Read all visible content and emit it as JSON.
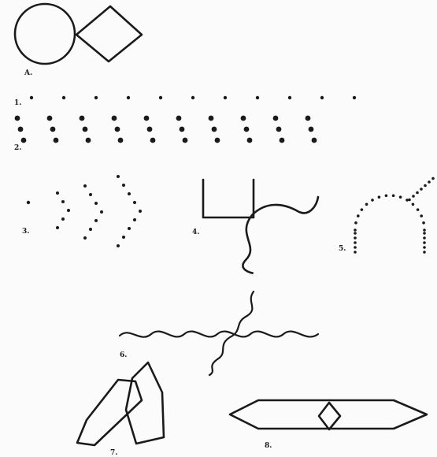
{
  "figures": [
    {
      "id": "a",
      "label": "A."
    },
    {
      "id": "1",
      "label": "1."
    },
    {
      "id": "2",
      "label": "2."
    },
    {
      "id": "3",
      "label": "3."
    },
    {
      "id": "4",
      "label": "4."
    },
    {
      "id": "5",
      "label": "5."
    },
    {
      "id": "6",
      "label": "6."
    },
    {
      "id": "7",
      "label": "7."
    },
    {
      "id": "8",
      "label": "8."
    }
  ]
}
